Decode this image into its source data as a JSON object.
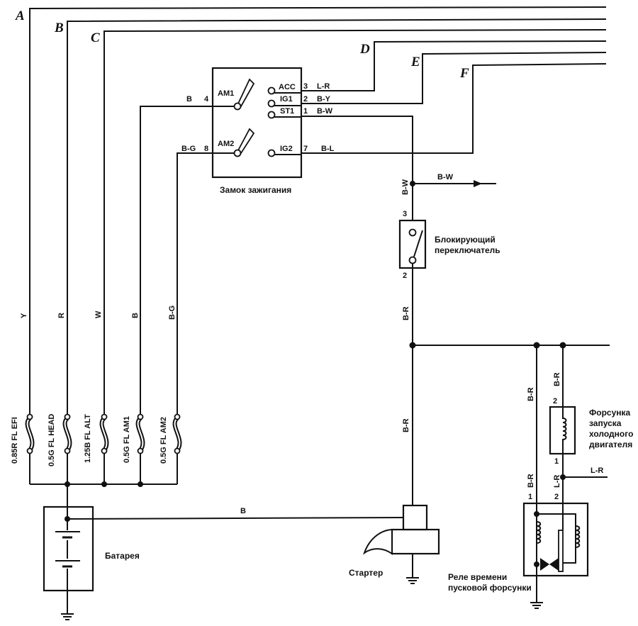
{
  "diagram": {
    "type": "wiring-schematic",
    "bus_letters": [
      "A",
      "B",
      "C",
      "D",
      "E",
      "F"
    ],
    "fuses": [
      {
        "label": "0.85R FL EFI",
        "wire": "Y",
        "bus": "A"
      },
      {
        "label": "0.5G FL HEAD",
        "wire": "R",
        "bus": "B"
      },
      {
        "label": "1.25B FL ALT",
        "wire": "W",
        "bus": "C"
      },
      {
        "label": "0.5G FL AM1",
        "wire": "B",
        "bus": "ignition-AM1"
      },
      {
        "label": "0.5G FL AM2",
        "wire": "B-G",
        "bus": "ignition-AM2"
      }
    ],
    "ignition_switch": {
      "caption": "Замок зажигания",
      "inputs": [
        {
          "name": "AM1",
          "pin": "4",
          "wire": "B"
        },
        {
          "name": "AM2",
          "pin": "8",
          "wire": "B-G"
        }
      ],
      "outputs": [
        {
          "name": "ACC",
          "pin": "3",
          "wire": "L-R",
          "bus": "D"
        },
        {
          "name": "IG1",
          "pin": "2",
          "wire": "B-Y",
          "bus": "E"
        },
        {
          "name": "ST1",
          "pin": "1",
          "wire": "B-W",
          "bus": "neutral-switch"
        },
        {
          "name": "IG2",
          "pin": "7",
          "wire": "B-L",
          "bus": "F"
        }
      ]
    },
    "st_line": {
      "wire_vertical": "B-W",
      "branch_wire": "B-W"
    },
    "neutral_switch": {
      "caption_line1": "Блокирующий",
      "caption_line2": "переключатель",
      "pin_top": "3",
      "pin_bottom": "2",
      "wire_out": "B-R"
    },
    "starter": {
      "caption": "Стартер",
      "feed_wire": "B-R",
      "battery_wire": "B"
    },
    "battery": {
      "caption": "Батарея"
    },
    "cold_start_injector": {
      "caption_line1": "Форсунка",
      "caption_line2": "запуска",
      "caption_line3": "холодного",
      "caption_line4": "двигателя",
      "pin_top": "2",
      "pin_bottom": "1",
      "wire_in": "B-R",
      "wire_out": "L-R",
      "branch_wire": "L-R"
    },
    "timer_relay": {
      "caption_line1": "Реле времени",
      "caption_line2": "пусковой форсунки",
      "pin_left": "1",
      "pin_right": "2",
      "wire_left": "B-R",
      "wire_left_upper": "B-R",
      "wire_right": "L-R"
    }
  }
}
